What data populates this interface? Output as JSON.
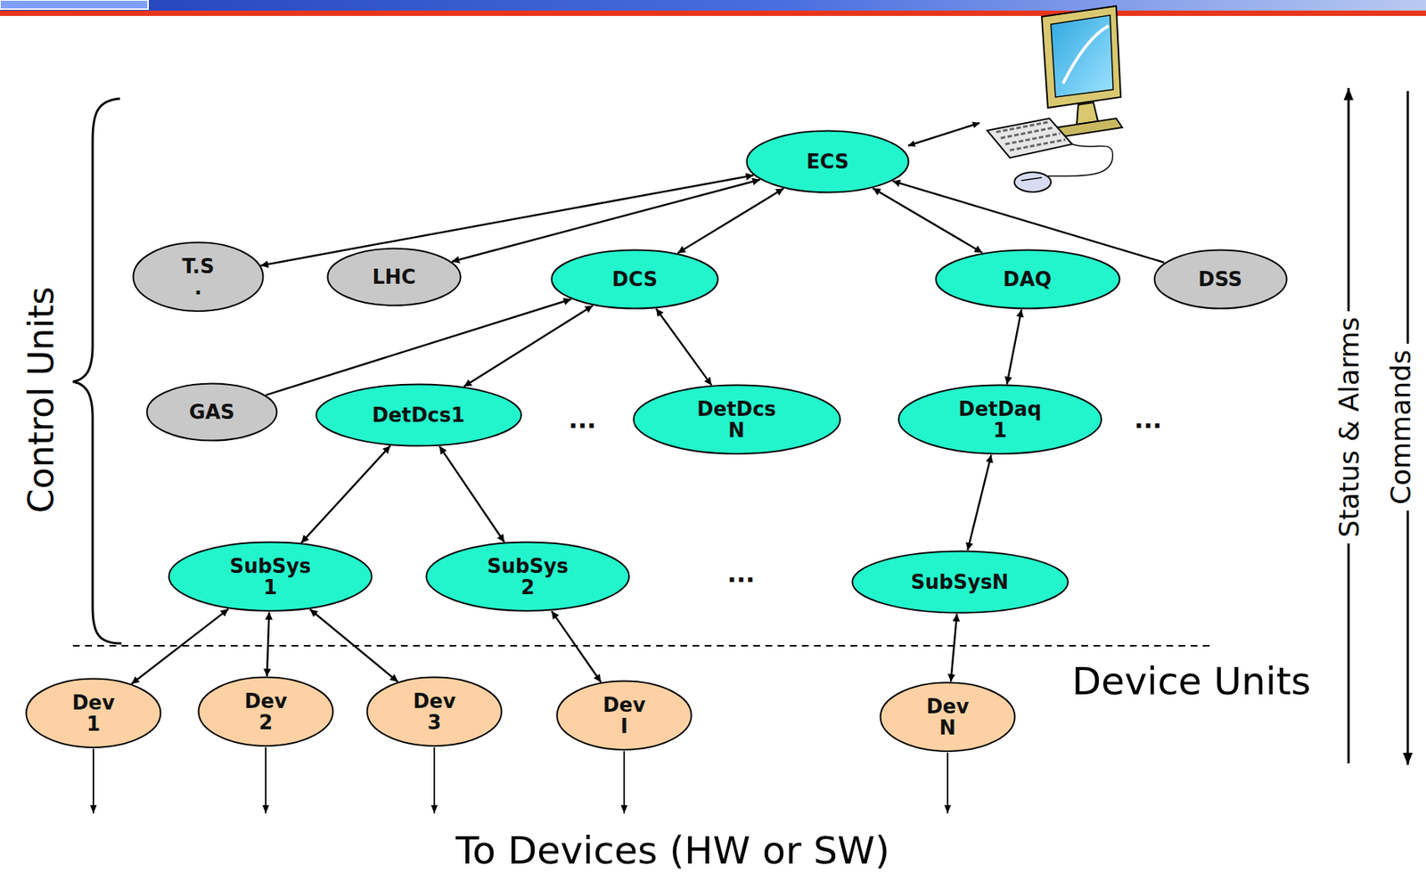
{
  "diagram": {
    "nodes": [
      {
        "text": [
          "ECS"
        ]
      },
      {
        "text": [
          "T.S ."
        ]
      },
      {
        "text": [
          "LHC"
        ]
      },
      {
        "text": [
          "DCS"
        ]
      },
      {
        "text": [
          "DAQ"
        ]
      },
      {
        "text": [
          "DSS"
        ]
      },
      {
        "text": [
          "GAS"
        ]
      },
      {
        "text": [
          "DetDcs1"
        ]
      },
      {
        "text": [
          "DetDcs N"
        ]
      },
      {
        "text": [
          "DetDaq 1"
        ]
      },
      {
        "text": [
          "SubSys 1"
        ]
      },
      {
        "text": [
          "SubSys 2"
        ]
      },
      {
        "text": [
          "SubSysN"
        ]
      },
      {
        "text": [
          "Dev 1"
        ]
      },
      {
        "text": [
          "Dev 2"
        ]
      },
      {
        "text": [
          "Dev 3"
        ]
      },
      {
        "text": [
          "Dev I"
        ]
      },
      {
        "text": [
          "Dev N"
        ]
      }
    ],
    "edges": [
      {
        "from": 0,
        "to": 1,
        "arrow": "both"
      },
      {
        "from": 0,
        "to": 2,
        "arrow": "both"
      },
      {
        "from": 0,
        "to": 3,
        "arrow": "both"
      },
      {
        "from": 0,
        "to": 4,
        "arrow": "both"
      },
      {
        "from": 5,
        "to": 0,
        "arrow": "to"
      },
      {
        "from": 6,
        "to": 3,
        "arrow": "to"
      },
      {
        "from": 3,
        "to": 7,
        "arrow": "both"
      },
      {
        "from": 3,
        "to": 8,
        "arrow": "both"
      },
      {
        "from": 4,
        "to": 9,
        "arrow": "both"
      },
      {
        "from": 7,
        "to": 10,
        "arrow": "both"
      },
      {
        "from": 7,
        "to": 11,
        "arrow": "both"
      },
      {
        "from": 9,
        "to": 12,
        "arrow": "both"
      },
      {
        "from": 10,
        "to": 13,
        "arrow": "both"
      },
      {
        "from": 10,
        "to": 14,
        "arrow": "both"
      },
      {
        "from": 10,
        "to": 15,
        "arrow": "both"
      },
      {
        "from": 11,
        "to": 16,
        "arrow": "both"
      },
      {
        "from": 12,
        "to": 17,
        "arrow": "both"
      }
    ],
    "labels": [
      "...",
      "...",
      "...",
      "Control Units",
      "Device Units",
      "Status & Alarms",
      "Commands",
      "To Devices (HW or SW)"
    ]
  }
}
